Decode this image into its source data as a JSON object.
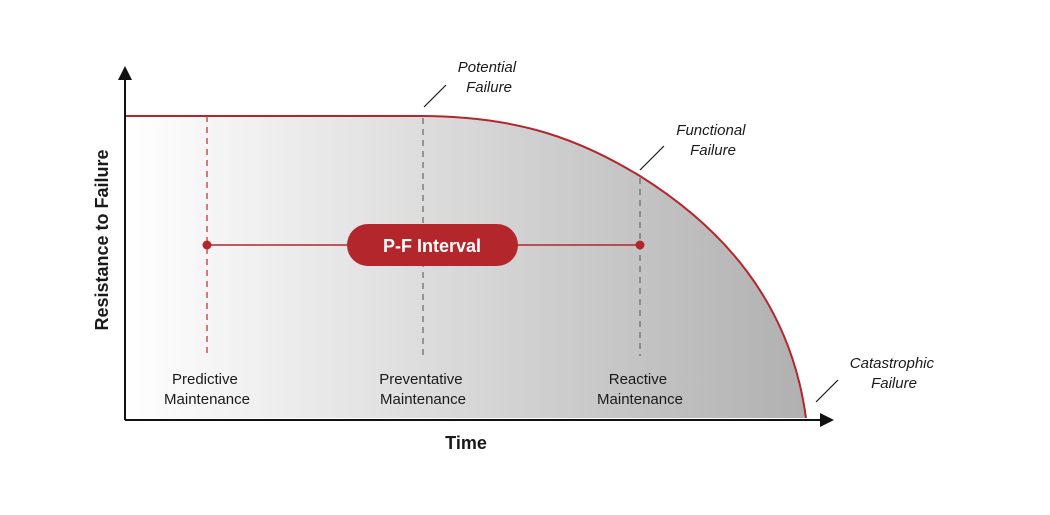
{
  "axes": {
    "y_label": "Resistance to Failure",
    "x_label": "Time"
  },
  "annotations": {
    "potential_failure": [
      "Potential",
      "Failure"
    ],
    "functional_failure": [
      "Functional",
      "Failure"
    ],
    "catastrophic_failure": [
      "Catastrophic",
      "Failure"
    ]
  },
  "interval": {
    "label": "P-F Interval"
  },
  "stages": [
    {
      "lines": [
        "Predictive",
        "Maintenance"
      ]
    },
    {
      "lines": [
        "Preventative",
        "Maintenance"
      ]
    },
    {
      "lines": [
        "Reactive",
        "Maintenance"
      ]
    }
  ],
  "colors": {
    "curve": "#b3262c",
    "pill": "#b3262c",
    "axis": "#111111",
    "fill_light": "#ffffff",
    "fill_dark": "#b0b0b0",
    "guide_red": "#c0393f",
    "guide_gray": "#6b6f7a"
  }
}
